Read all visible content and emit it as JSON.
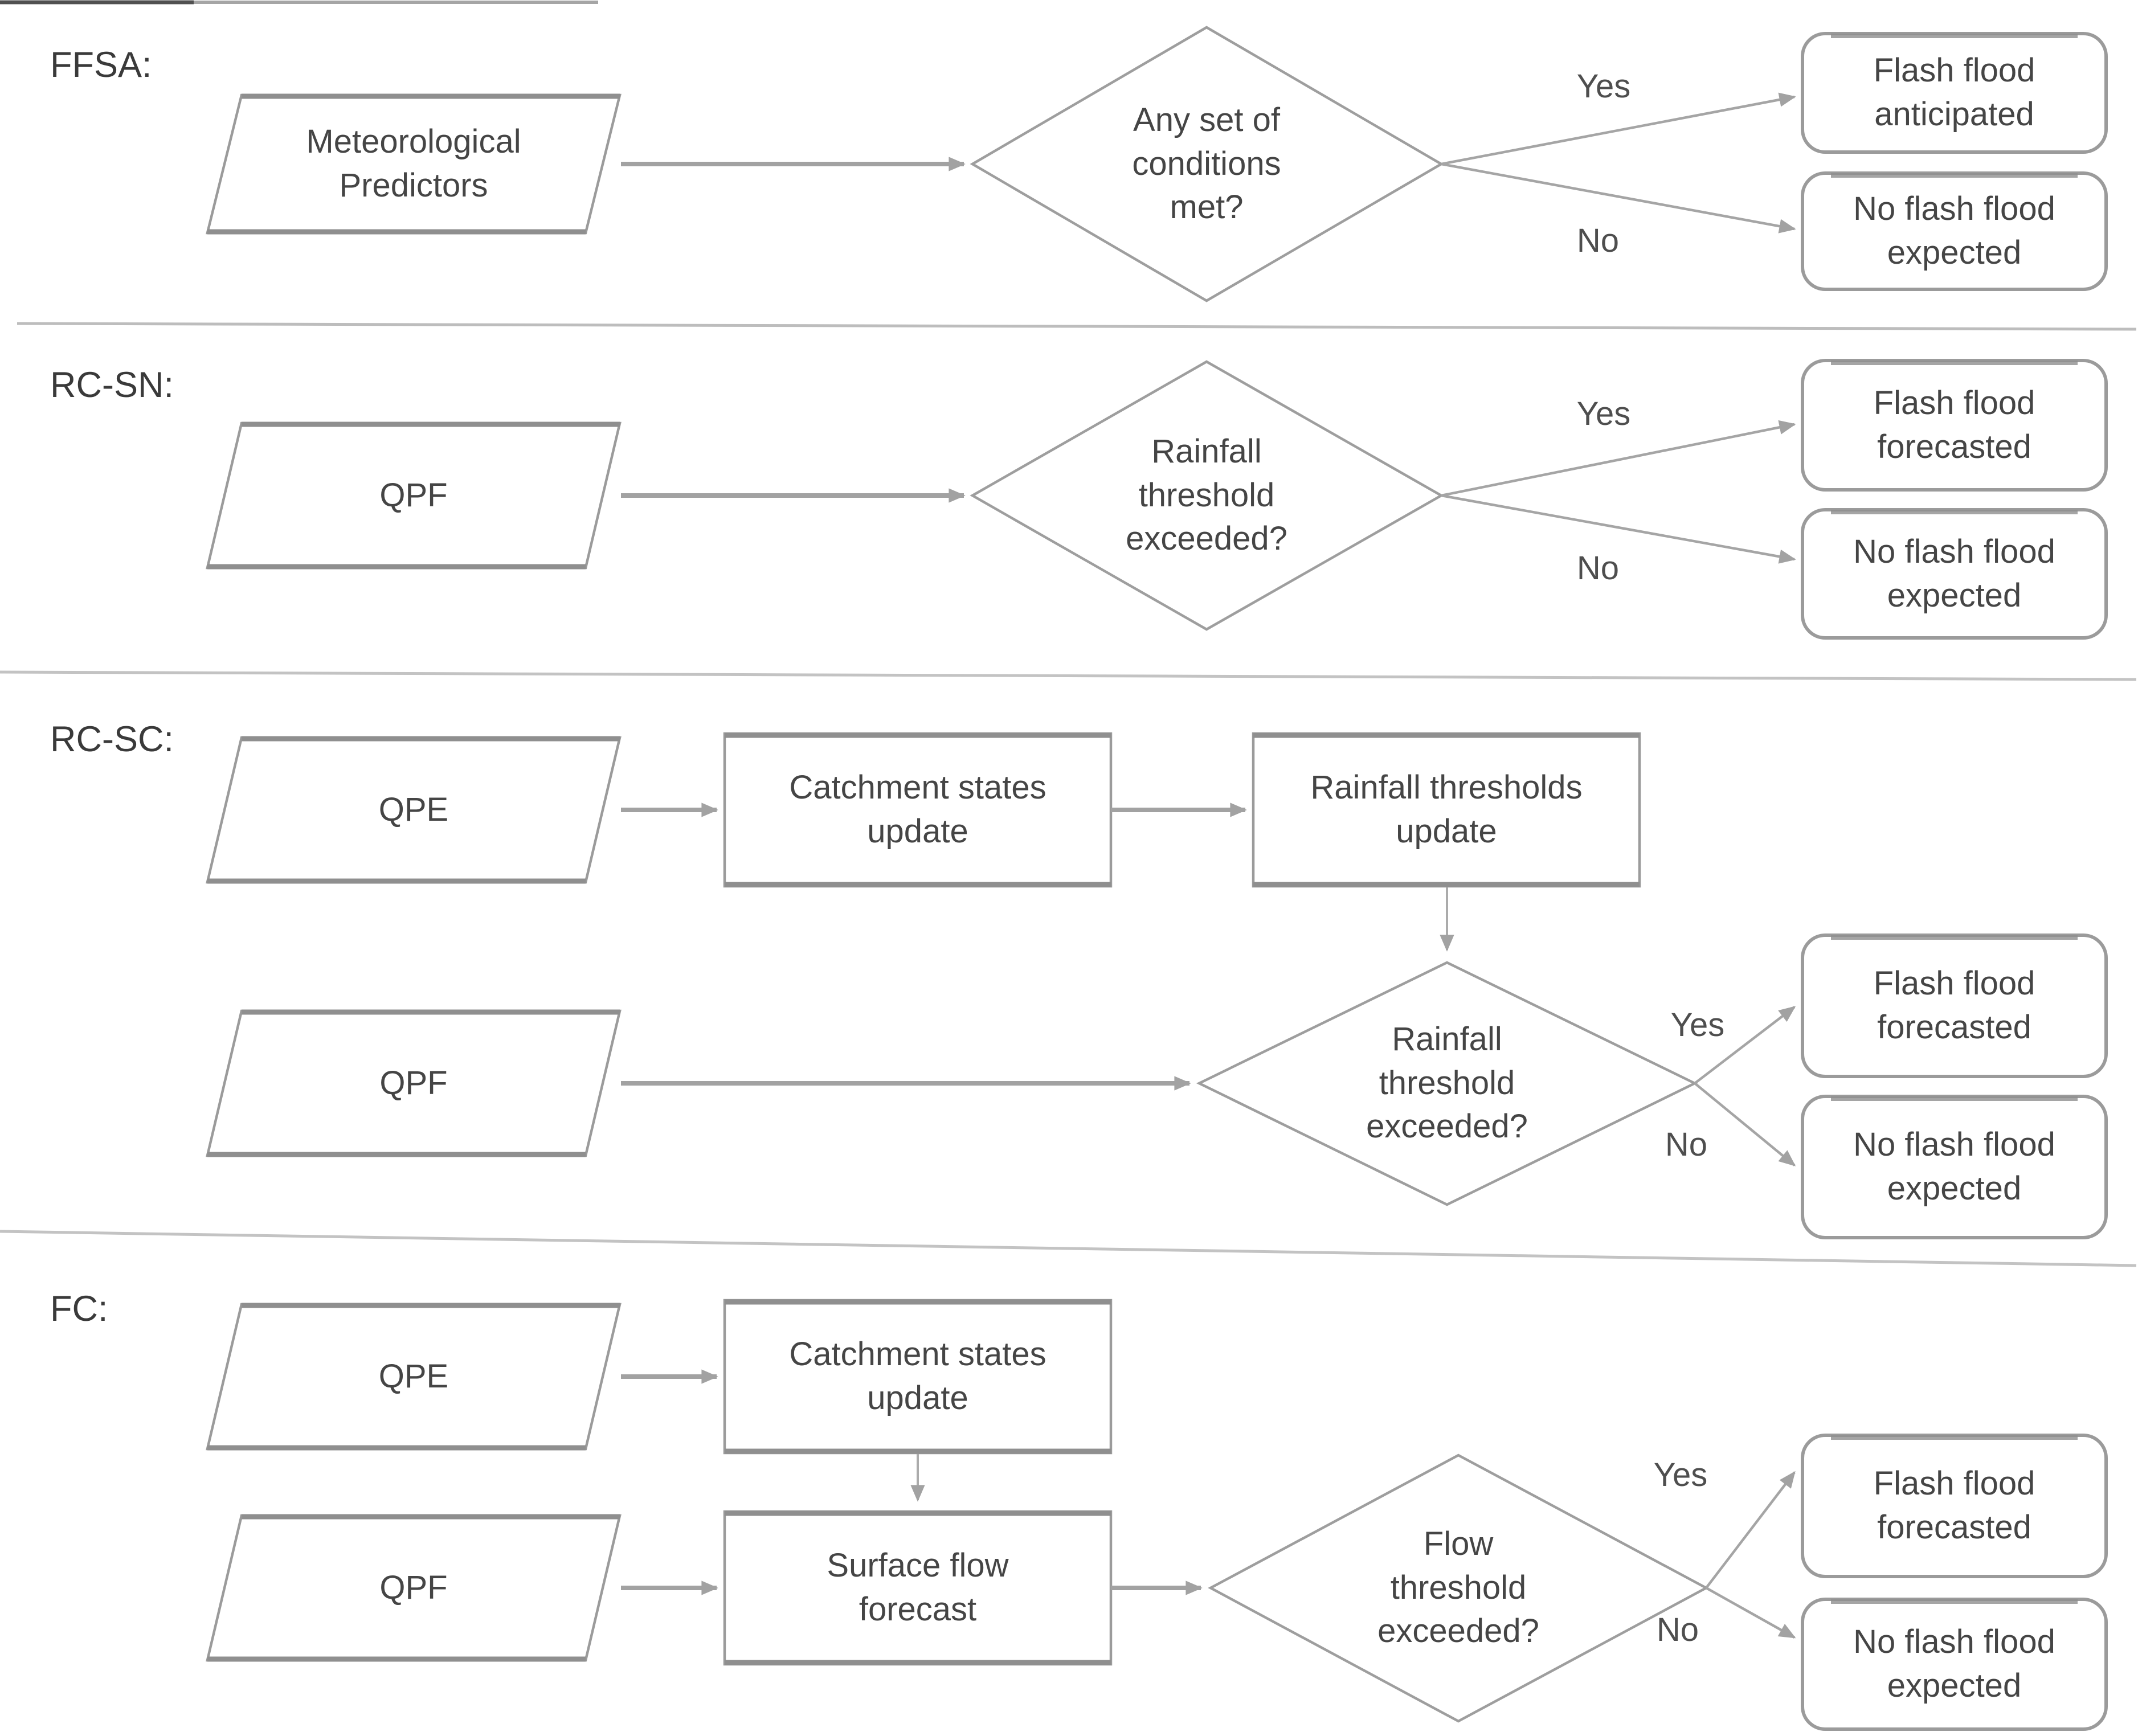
{
  "colors": {
    "shape_stroke": "#9b9b9b",
    "arrow": "#a2a2a2",
    "text": "#454545",
    "separator": "#bdbdbd"
  },
  "rows": [
    {
      "label": "FFSA:",
      "input": "Meteorological\nPredictors",
      "decision": "Any set of\nconditions\nmet?",
      "yes": "Yes",
      "no": "No",
      "outcome_yes": "Flash flood\nanticipated",
      "outcome_no": "No flash flood\nexpected"
    },
    {
      "label": "RC-SN:",
      "input": "QPF",
      "decision": "Rainfall\nthreshold\nexceeded?",
      "yes": "Yes",
      "no": "No",
      "outcome_yes": "Flash flood\nforecasted",
      "outcome_no": "No flash flood\nexpected"
    },
    {
      "label": "RC-SC:",
      "input_top": "QPE",
      "input_bottom": "QPF",
      "process_1": "Catchment states\nupdate",
      "process_2": "Rainfall thresholds\nupdate",
      "decision": "Rainfall\nthreshold\nexceeded?",
      "yes": "Yes",
      "no": "No",
      "outcome_yes": "Flash flood\nforecasted",
      "outcome_no": "No flash flood\nexpected"
    },
    {
      "label": "FC:",
      "input_top": "QPE",
      "input_bottom": "QPF",
      "process_1": "Catchment states\nupdate",
      "process_2": "Surface flow\nforecast",
      "decision": "Flow\nthreshold\nexceeded?",
      "yes": "Yes",
      "no": "No",
      "outcome_yes": "Flash flood\nforecasted",
      "outcome_no": "No flash flood\nexpected"
    }
  ]
}
